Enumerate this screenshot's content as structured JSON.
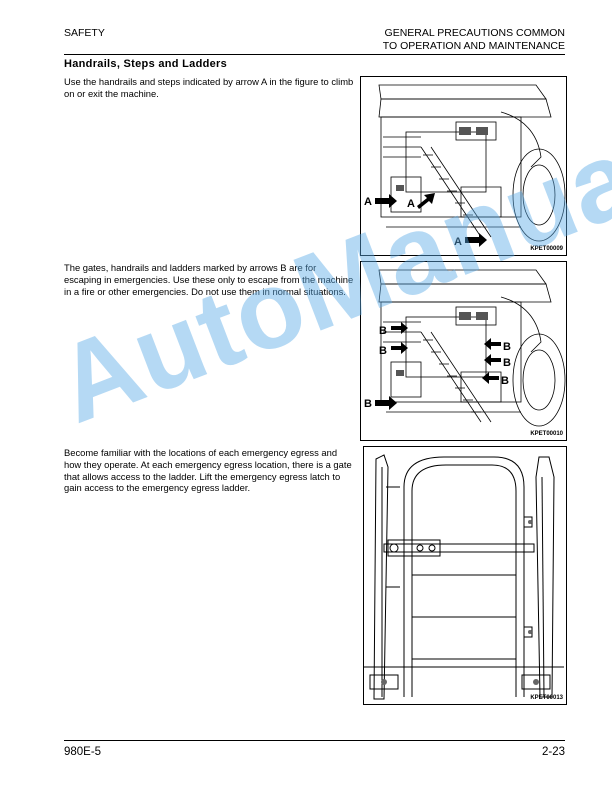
{
  "header": {
    "left": "SAFETY",
    "right_line1": "GENERAL PRECAUTIONS COMMON",
    "right_line2": "TO OPERATION AND MAINTENANCE"
  },
  "section_title": "Handrails, Steps and Ladders",
  "paragraphs": [
    "Use the handrails and steps indicated by arrow A in the figure to climb on or exit the machine.",
    "The gates, handrails and ladders marked by arrows B are for escaping in emergencies. Use these only to escape from the machine in a fire or other emergencies. Do not use them in normal situations.",
    "Become familiar with the locations of each emergency egress and how they operate. At each emergency egress location, there is a gate that allows access to the ladder. Lift the emergency egress latch to gain access to the emergency egress ladder."
  ],
  "figures": [
    {
      "code": "KPET00009",
      "arrow_label": "A",
      "accent": "#000000"
    },
    {
      "code": "KPET00010",
      "arrow_label": "B",
      "accent": "#000000"
    },
    {
      "code": "KPET00013"
    }
  ],
  "watermark": "AutoManual",
  "watermark_color": "#5aaae6",
  "footer": {
    "left": "980E-5",
    "right": "2-23"
  }
}
